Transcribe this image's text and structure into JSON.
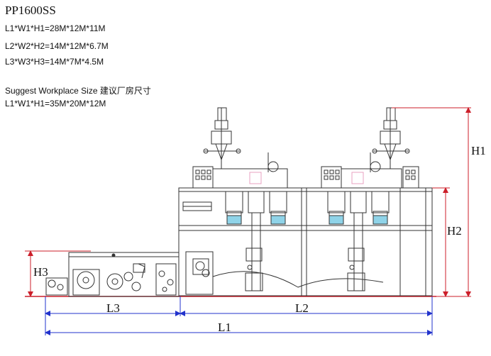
{
  "header": {
    "title": "PP1600SS",
    "specs": [
      "L1*W1*H1=28M*12M*11M",
      "L2*W2*H2=14M*12M*6.7M",
      "L3*W3*H3=14M*7M*4.5M"
    ],
    "suggest_label": "Suggest Workplace Size 建议厂房尺寸",
    "suggest_value": "L1*W1*H1=35M*20M*12M"
  },
  "dimensions": {
    "h1": "H1",
    "h2": "H2",
    "h3": "H3",
    "l1": "L1",
    "l2": "L2",
    "l3": "L3"
  },
  "colors": {
    "line": "#333333",
    "dimension": "#cc1f2a",
    "dimension_blue": "#2233cc",
    "accent_cyan": "#8fd3e8",
    "accent_pink": "#e8a0c0"
  }
}
